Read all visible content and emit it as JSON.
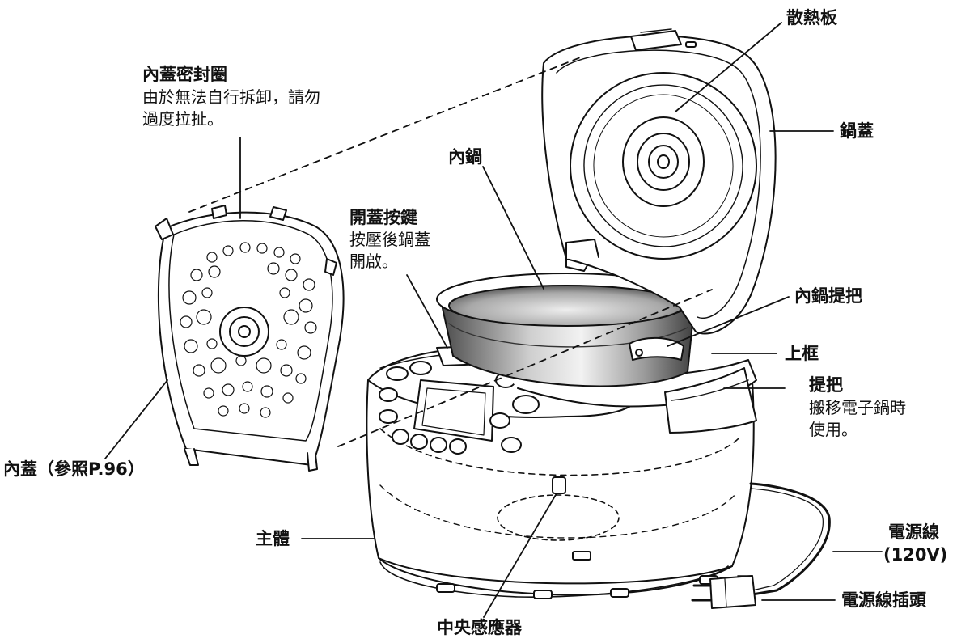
{
  "labels": {
    "heat_plate": "散熱板",
    "outer_lid": "鍋蓋",
    "inner_lid_seal": {
      "title": "內蓋密封圈",
      "note_1": "由於無法自行拆卸，請勿",
      "note_2": "過度拉扯。"
    },
    "inner_pot": "內鍋",
    "lid_release_button": {
      "title": "開蓋按鍵",
      "note_1": "按壓後鍋蓋",
      "note_2": "開啟。"
    },
    "inner_pot_handle": "內鍋提把",
    "upper_frame": "上框",
    "carry_handle": {
      "title": "提把",
      "note_1": "搬移電子鍋時",
      "note_2": "使用。"
    },
    "inner_lid": "內蓋（參照P.96）",
    "main_body": "主體",
    "power_cord": {
      "line_1": "電源線",
      "line_2": "(120V)"
    },
    "power_plug": "電源線插頭",
    "center_sensor": "中央感應器"
  },
  "colors": {
    "line": "#111111",
    "pot_dark": "#555555",
    "pot_light": "#e6e6e6",
    "background": "#ffffff"
  }
}
